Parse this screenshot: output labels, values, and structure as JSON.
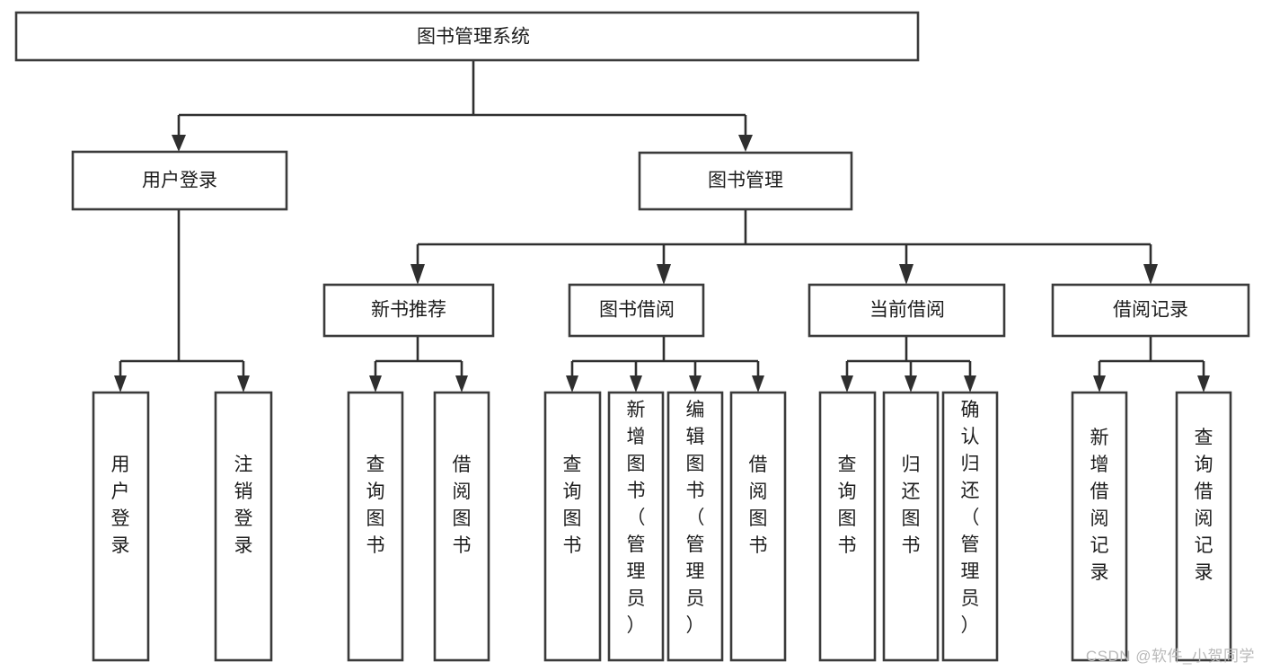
{
  "diagram": {
    "type": "hierarchy-tree",
    "title": "图书管理系统",
    "orientation": "top-down",
    "watermark": "CSDN @软件_小贺同学",
    "colors": {
      "box_fill": "#ffffff",
      "box_stroke": "#3b3b3b",
      "connector": "#2f2f2f",
      "text": "#1d1d1d",
      "background": "#ffffff",
      "watermark": "#b9b9b9"
    },
    "nodes": {
      "root": {
        "label": "图书管理系统",
        "level": 0,
        "orientation": "horizontal"
      },
      "l1": [
        {
          "id": "user-login",
          "label": "用户登录",
          "level": 1,
          "orientation": "horizontal"
        },
        {
          "id": "book-manage",
          "label": "图书管理",
          "level": 1,
          "orientation": "horizontal"
        }
      ],
      "l2": [
        {
          "id": "new-book-recommend",
          "label": "新书推荐",
          "level": 2,
          "orientation": "horizontal",
          "parent": "book-manage"
        },
        {
          "id": "book-borrow",
          "label": "图书借阅",
          "level": 2,
          "orientation": "horizontal",
          "parent": "book-manage"
        },
        {
          "id": "current-borrow",
          "label": "当前借阅",
          "level": 2,
          "orientation": "horizontal",
          "parent": "book-manage"
        },
        {
          "id": "borrow-record",
          "label": "借阅记录",
          "level": 2,
          "orientation": "horizontal",
          "parent": "book-manage"
        }
      ],
      "leaves": [
        {
          "id": "leaf-user-login",
          "label": "用户登录",
          "orientation": "vertical",
          "parent": "user-login"
        },
        {
          "id": "leaf-logout",
          "label": "注销登录",
          "orientation": "vertical",
          "parent": "user-login"
        },
        {
          "id": "leaf-query-book-1",
          "label": "查询图书",
          "orientation": "vertical",
          "parent": "new-book-recommend"
        },
        {
          "id": "leaf-borrow-book-1",
          "label": "借阅图书",
          "orientation": "vertical",
          "parent": "new-book-recommend"
        },
        {
          "id": "leaf-query-book-2",
          "label": "查询图书",
          "orientation": "vertical",
          "parent": "book-borrow"
        },
        {
          "id": "leaf-add-book",
          "label": "新增图书（管理员）",
          "orientation": "vertical",
          "parent": "book-borrow"
        },
        {
          "id": "leaf-edit-book",
          "label": "编辑图书（管理员）",
          "orientation": "vertical",
          "parent": "book-borrow"
        },
        {
          "id": "leaf-borrow-book-2",
          "label": "借阅图书",
          "orientation": "vertical",
          "parent": "book-borrow"
        },
        {
          "id": "leaf-query-book-3",
          "label": "查询图书",
          "orientation": "vertical",
          "parent": "current-borrow"
        },
        {
          "id": "leaf-return-book",
          "label": "归还图书",
          "orientation": "vertical",
          "parent": "current-borrow"
        },
        {
          "id": "leaf-confirm-return",
          "label": "确认归还（管理员）",
          "orientation": "vertical",
          "parent": "current-borrow"
        },
        {
          "id": "leaf-add-record",
          "label": "新增借阅记录",
          "orientation": "vertical",
          "parent": "borrow-record"
        },
        {
          "id": "leaf-query-record",
          "label": "查询借阅记录",
          "orientation": "vertical",
          "parent": "borrow-record"
        }
      ]
    }
  }
}
